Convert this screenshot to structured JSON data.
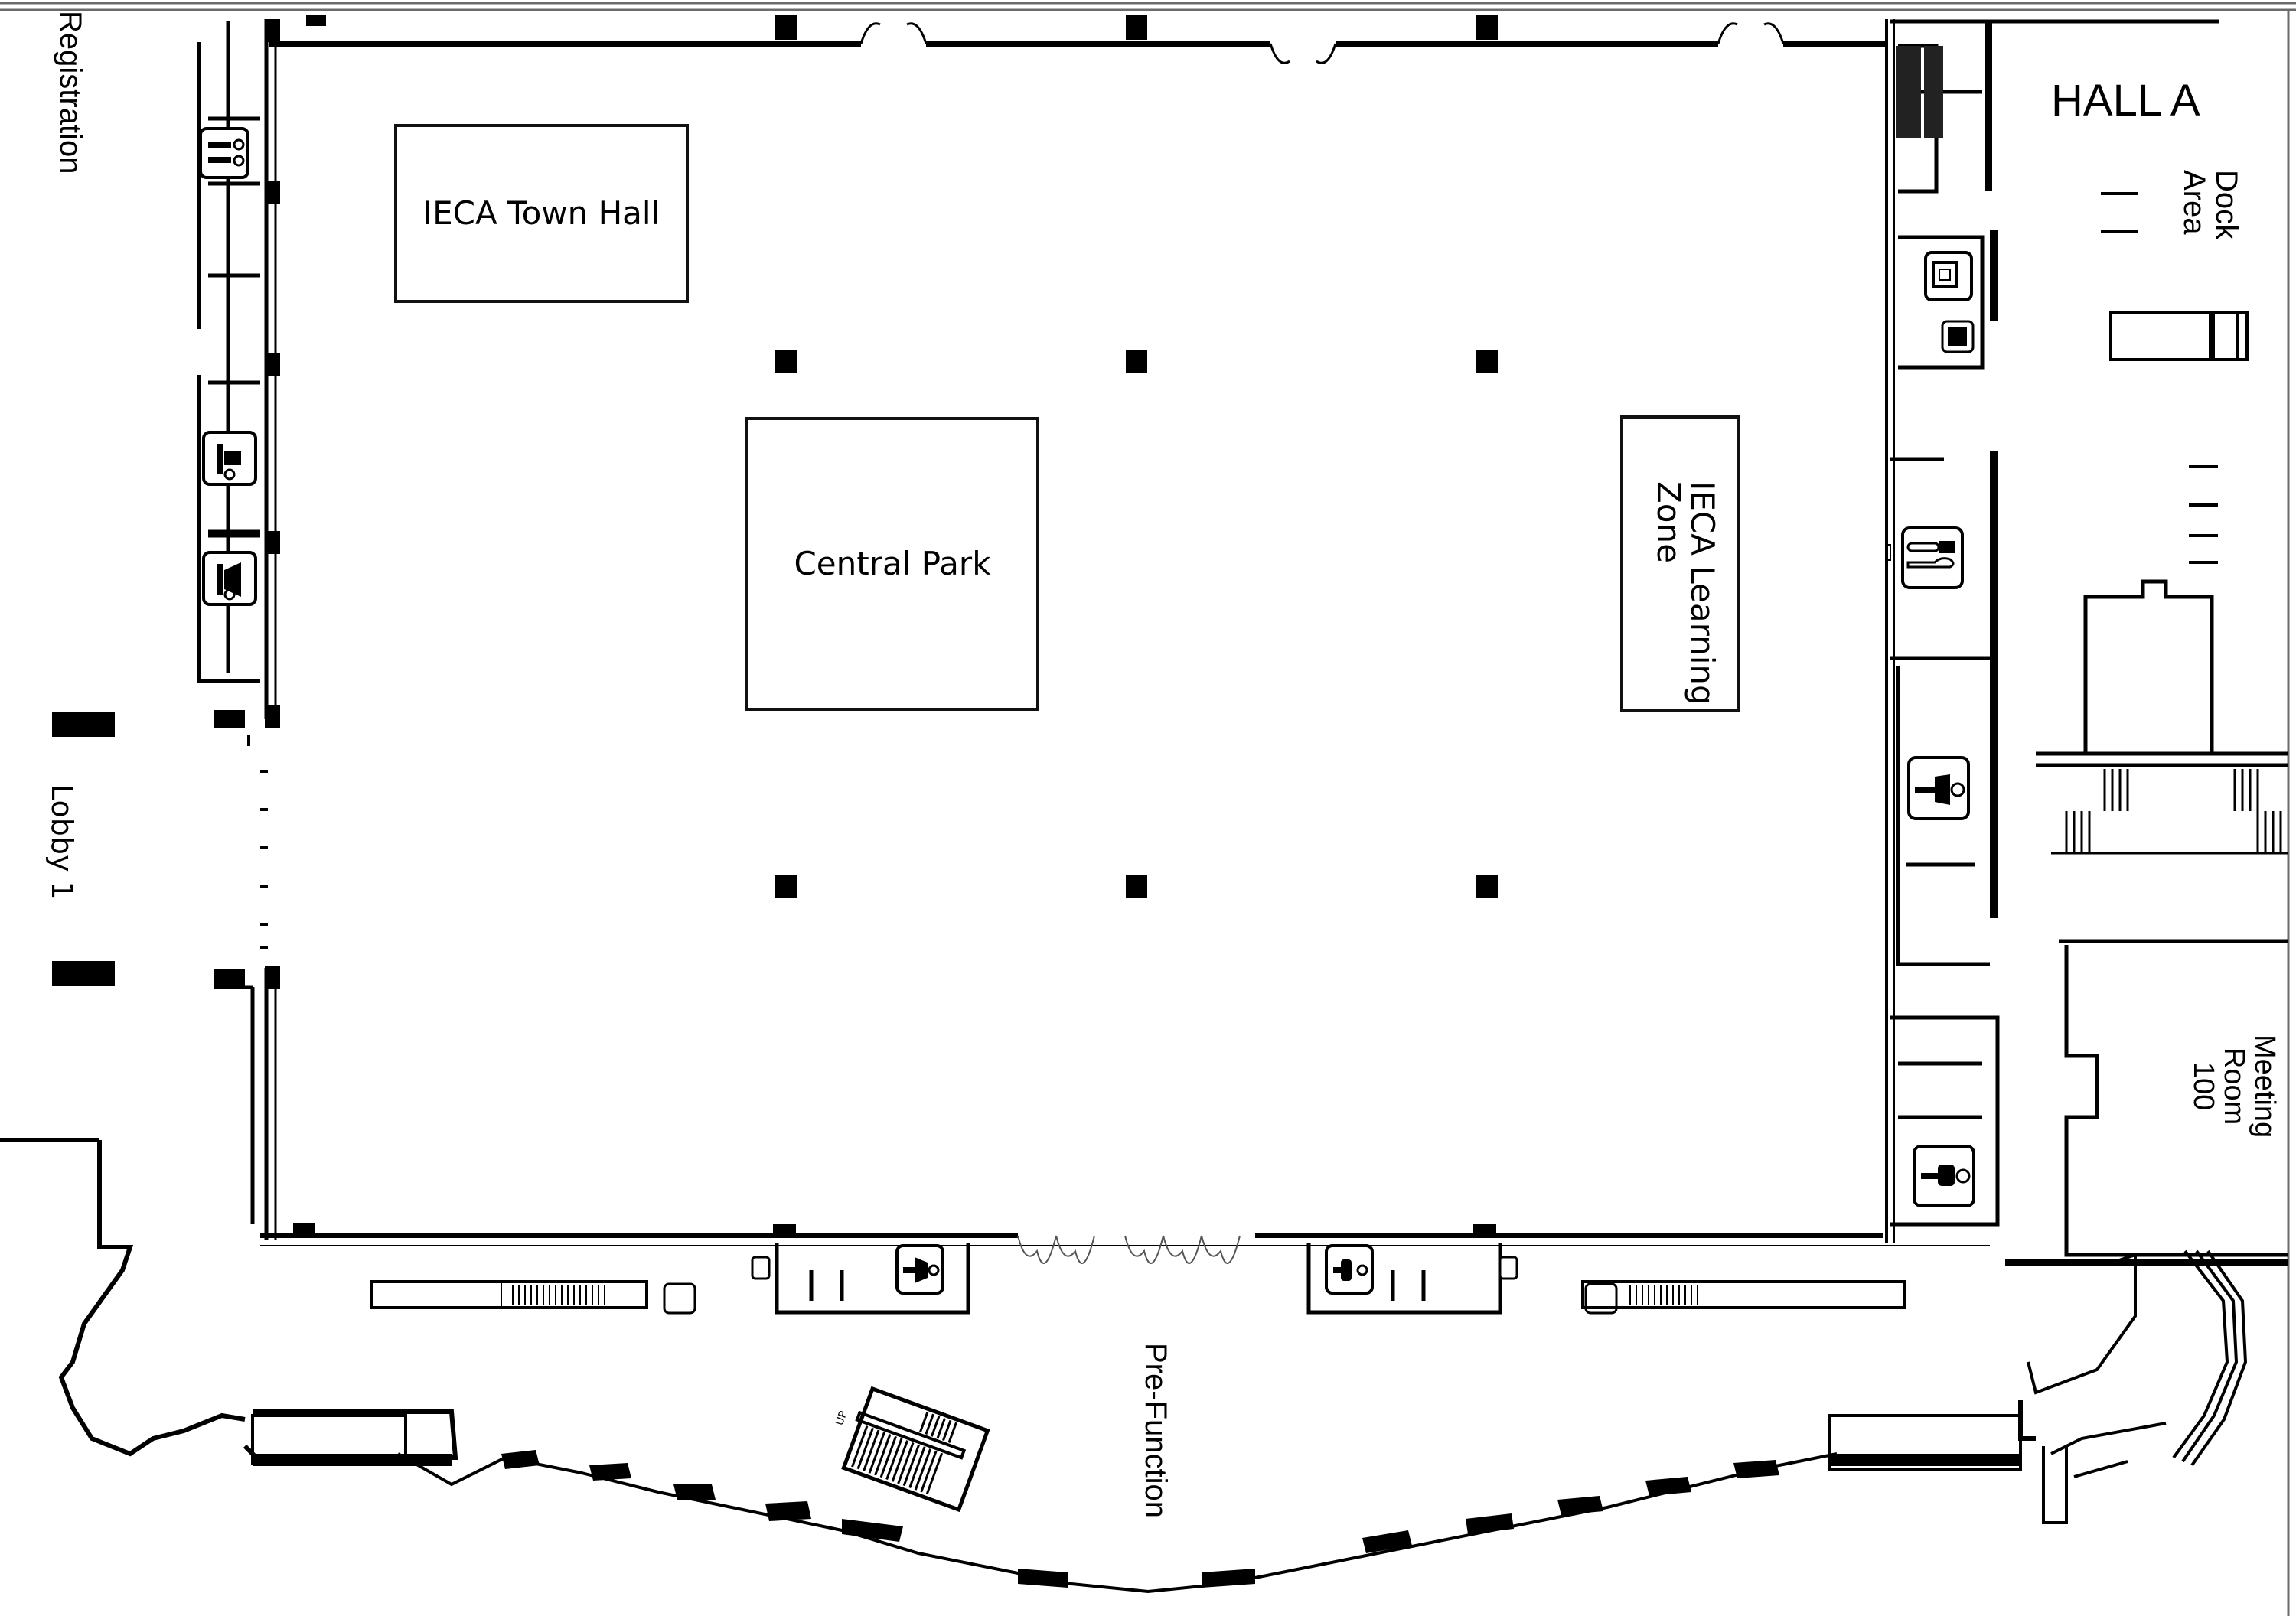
{
  "map": {
    "title": "HALL A",
    "colors": {
      "wall": "#000000",
      "background": "#ffffff",
      "frame": "#6b6b6b"
    },
    "labels": {
      "hall": "HALL A",
      "dock_area_line1": "Dock",
      "dock_area_line2": "Area",
      "registration": "Registration",
      "lobby": "Lobby 1",
      "pre_function": "Pre-Function",
      "meeting_room_line1": "Meeting",
      "meeting_room_line2": "Room",
      "meeting_room_line3": "100",
      "stairs_up": "UP"
    },
    "booths": [
      {
        "id": "town-hall",
        "label": "IECA Town Hall"
      },
      {
        "id": "central-park",
        "label": "Central Park"
      },
      {
        "id": "learning-zone",
        "label_line1": "IECA Learning",
        "label_line2": "Zone"
      }
    ],
    "icons": [
      "restroom-family-icon",
      "restroom-women-icon",
      "restroom-men-icon",
      "food-service-icon",
      "elevator-icon",
      "telephone-icon",
      "escalator-icon",
      "stairs-icon",
      "column-icon"
    ]
  }
}
